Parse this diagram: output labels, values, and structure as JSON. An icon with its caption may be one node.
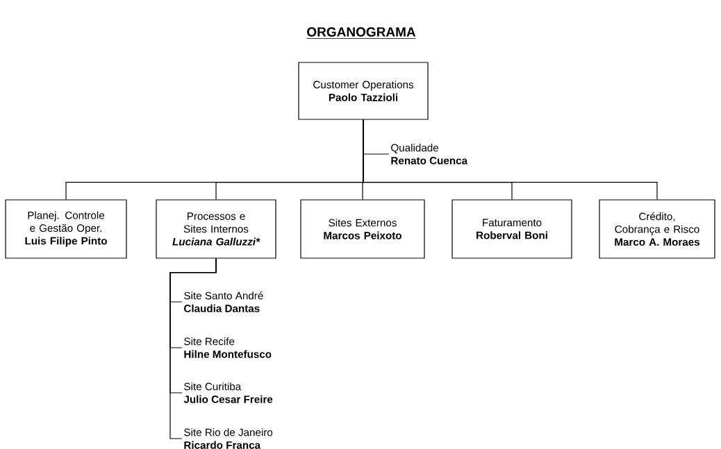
{
  "diagram": {
    "title": "ORGANOGRAMA",
    "nodes": [
      {
        "text": [
          "Customer Operations",
          "Paolo Tazzioli"
        ]
      },
      {
        "text": [
          "Qualidade",
          "Renato Cuenca"
        ]
      },
      {
        "text": [
          "Planej. Controle e Gestão Oper.",
          "Luis Filipe Pinto"
        ]
      },
      {
        "text": [
          "Processos e Sites Internos",
          "Luciana Galluzzi*"
        ]
      },
      {
        "text": [
          "Sites Externos",
          "Marcos Peixoto"
        ]
      },
      {
        "text": [
          "Faturamento",
          "Roberval Boni"
        ]
      },
      {
        "text": [
          "Crédito, Cobrança e Risco",
          "Marco A. Moraes"
        ]
      },
      {
        "text": [
          "Site Santo André",
          "Claudia Dantas"
        ]
      },
      {
        "text": [
          "Site Recife",
          "Hilne Montefusco"
        ]
      },
      {
        "text": [
          "Site Curitiba",
          "Julio Cesar Freire"
        ]
      },
      {
        "text": [
          "Site Rio de Janeiro",
          "Ricardo Franca"
        ]
      }
    ],
    "edges": [
      {
        "from": 0,
        "to": 1,
        "arrow": "none"
      },
      {
        "from": 0,
        "to": 2,
        "arrow": "none"
      },
      {
        "from": 0,
        "to": 3,
        "arrow": "none"
      },
      {
        "from": 0,
        "to": 4,
        "arrow": "none"
      },
      {
        "from": 0,
        "to": 5,
        "arrow": "none"
      },
      {
        "from": 0,
        "to": 6,
        "arrow": "none"
      },
      {
        "from": 3,
        "to": 7,
        "arrow": "none"
      },
      {
        "from": 3,
        "to": 8,
        "arrow": "none"
      },
      {
        "from": 3,
        "to": 9,
        "arrow": "none"
      },
      {
        "from": 3,
        "to": 10,
        "arrow": "none"
      }
    ]
  }
}
